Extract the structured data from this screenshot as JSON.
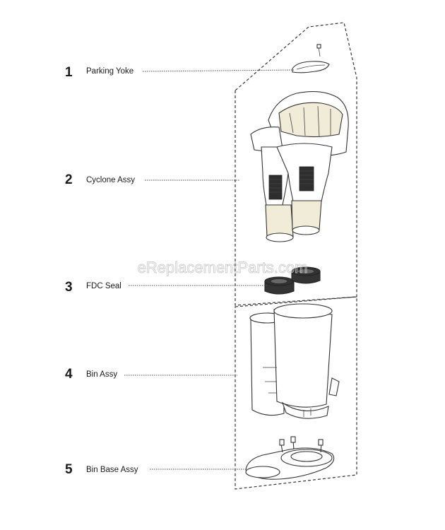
{
  "watermark": "eReplacementParts.com",
  "parts": [
    {
      "number": "1",
      "name": "Parking Yoke"
    },
    {
      "number": "2",
      "name": "Cyclone Assy"
    },
    {
      "number": "3",
      "name": "FDC Seal"
    },
    {
      "number": "4",
      "name": "Bin Assy"
    },
    {
      "number": "5",
      "name": "Bin Base Assy"
    }
  ]
}
